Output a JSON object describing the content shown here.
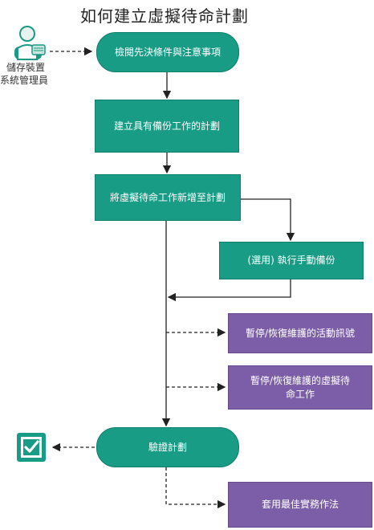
{
  "title": "如何建立虛擬待命計劃",
  "actor": {
    "line1": "儲存裝置",
    "line2": "系統管理員",
    "icon": "admin-person-icon"
  },
  "nodes": {
    "review": "檢閱先決條件與注意事項",
    "create_plan": "建立具有備份工作的計劃",
    "add_task": "將虛擬待命工作新增至計劃",
    "manual_backup": "(選用) 執行手動備份",
    "pause_heartbeat": "暫停/恢復維護的活動訊號",
    "pause_vsb": "暫停/恢復維護的虛擬待命工作",
    "verify": "驗證計劃",
    "best_practice": "套用最佳實務作法"
  },
  "icons": {
    "check": "checkmark-icon"
  },
  "colors": {
    "teal": "#189c85",
    "purple": "#7c5ea8"
  }
}
